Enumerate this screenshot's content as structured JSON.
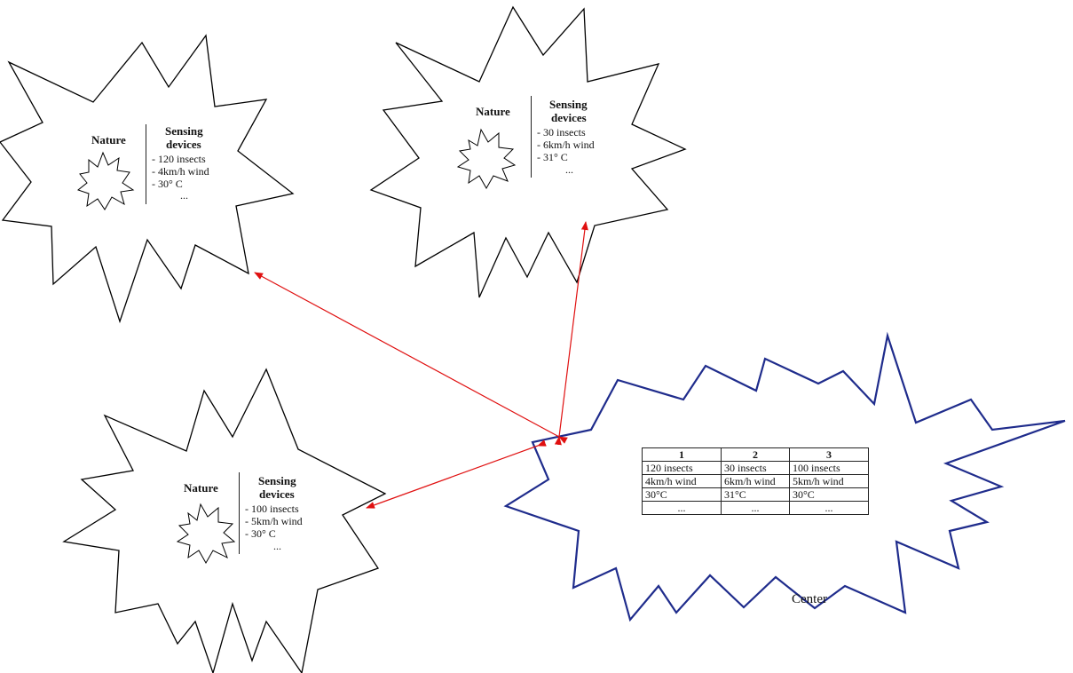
{
  "colors": {
    "node_outline": "#000000",
    "center_outline": "#1f2c8c",
    "link": "#e01010"
  },
  "nodes": [
    {
      "nature_label": "Nature",
      "sensing_title_1": "Sensing",
      "sensing_title_2": "devices",
      "items": [
        "- 120 insects",
        "- 4km/h wind",
        "- 30° C",
        "..."
      ]
    },
    {
      "nature_label": "Nature",
      "sensing_title_1": "Sensing",
      "sensing_title_2": "devices",
      "items": [
        "- 30 insects",
        "- 6km/h wind",
        "- 31° C",
        "..."
      ]
    },
    {
      "nature_label": "Nature",
      "sensing_title_1": "Sensing",
      "sensing_title_2": "devices",
      "items": [
        "- 100 insects",
        "- 5km/h wind",
        "- 30° C",
        "..."
      ]
    }
  ],
  "center": {
    "label": "Center",
    "table": {
      "headers": [
        "1",
        "2",
        "3"
      ],
      "rows": [
        [
          "120 insects",
          "30 insects",
          "100 insects"
        ],
        [
          "4km/h wind",
          "6km/h wind",
          "5km/h wind"
        ],
        [
          "30°C",
          "31°C",
          "30°C"
        ],
        [
          "...",
          "...",
          "..."
        ]
      ]
    }
  }
}
